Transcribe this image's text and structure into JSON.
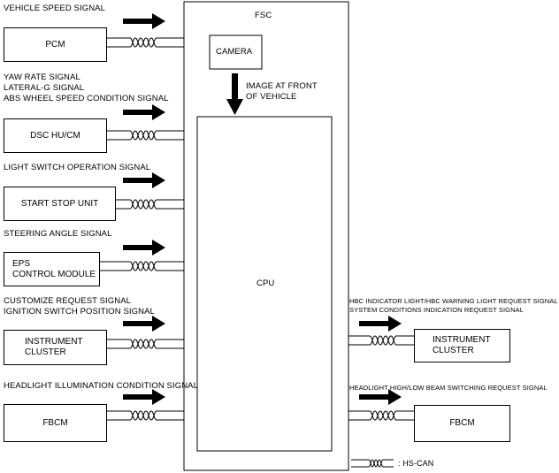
{
  "fsc": {
    "title": "FSC",
    "camera": "CAMERA",
    "image_label_line1": "IMAGE AT FRONT",
    "image_label_line2": "OF VEHICLE",
    "cpu": "CPU"
  },
  "inputs": [
    {
      "signal_lines": [
        "VEHICLE SPEED SIGNAL"
      ],
      "module_lines": [
        "PCM"
      ]
    },
    {
      "signal_lines": [
        "YAW RATE SIGNAL",
        "LATERAL-G SIGNAL",
        "ABS WHEEL SPEED CONDITION SIGNAL"
      ],
      "module_lines": [
        "DSC HU/CM"
      ]
    },
    {
      "signal_lines": [
        "LIGHT SWITCH OPERATION SIGNAL"
      ],
      "module_lines": [
        "START STOP UNIT"
      ]
    },
    {
      "signal_lines": [
        "STEERING ANGLE SIGNAL"
      ],
      "module_lines": [
        "EPS",
        "CONTROL MODULE"
      ]
    },
    {
      "signal_lines": [
        "CUSTOMIZE REQUEST SIGNAL",
        "IGNITION SWITCH POSITION SIGNAL"
      ],
      "module_lines": [
        "INSTRUMENT",
        "CLUSTER"
      ]
    },
    {
      "signal_lines": [
        "HEADLIGHT ILLUMINATION CONDITION SIGNAL"
      ],
      "module_lines": [
        "FBCM"
      ]
    }
  ],
  "outputs": [
    {
      "signal_lines": [
        "HBC INDICATOR LIGHT/HBC WARNING LIGHT REQUEST SIGNAL",
        "SYSTEM CONDITIONS INDICATION REQUEST SIGNAL"
      ],
      "module_lines": [
        "INSTRUMENT",
        "CLUSTER"
      ]
    },
    {
      "signal_lines": [
        "HEADLIGHT HIGH/LOW BEAM SWITCHING REQUEST SIGNAL"
      ],
      "module_lines": [
        "FBCM"
      ]
    }
  ],
  "legend": {
    "text": ": HS-CAN"
  }
}
